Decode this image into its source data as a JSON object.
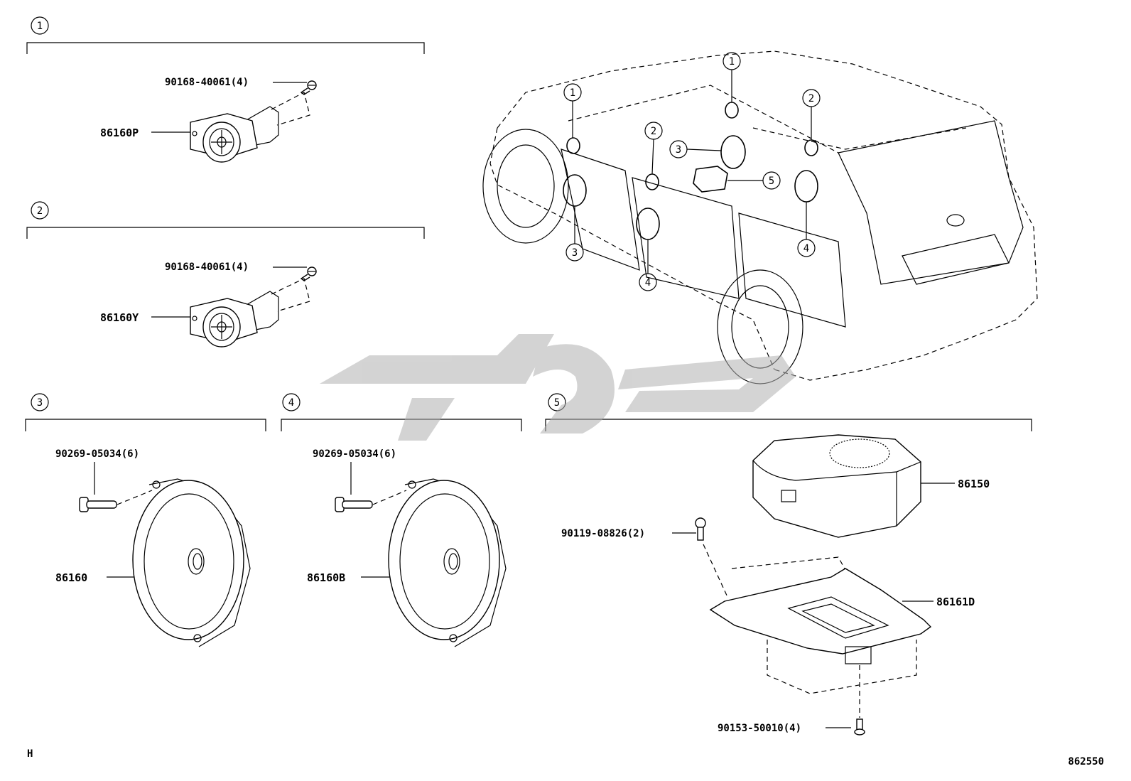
{
  "sections": [
    {
      "num": "1",
      "parts": [
        {
          "part_no": "90168-40061",
          "qty": "(4)"
        },
        {
          "part_no": "86160P"
        }
      ]
    },
    {
      "num": "2",
      "parts": [
        {
          "part_no": "90168-40061",
          "qty": "(4)"
        },
        {
          "part_no": "86160Y"
        }
      ]
    },
    {
      "num": "3",
      "parts": [
        {
          "part_no": "90269-05034",
          "qty": "(6)"
        },
        {
          "part_no": "86160"
        }
      ]
    },
    {
      "num": "4",
      "parts": [
        {
          "part_no": "90269-05034",
          "qty": "(6)"
        },
        {
          "part_no": "86160B"
        }
      ]
    },
    {
      "num": "5",
      "parts": [
        {
          "part_no": "86150"
        },
        {
          "part_no": "90119-08826",
          "qty": "(2)"
        },
        {
          "part_no": "86161D"
        },
        {
          "part_no": "90153-50010",
          "qty": "(4)"
        }
      ]
    }
  ],
  "vehicle_callouts": [
    "1",
    "1",
    "2",
    "2",
    "3",
    "3",
    "4",
    "4",
    "5"
  ],
  "corner_left": "H",
  "corner_right": "862550"
}
